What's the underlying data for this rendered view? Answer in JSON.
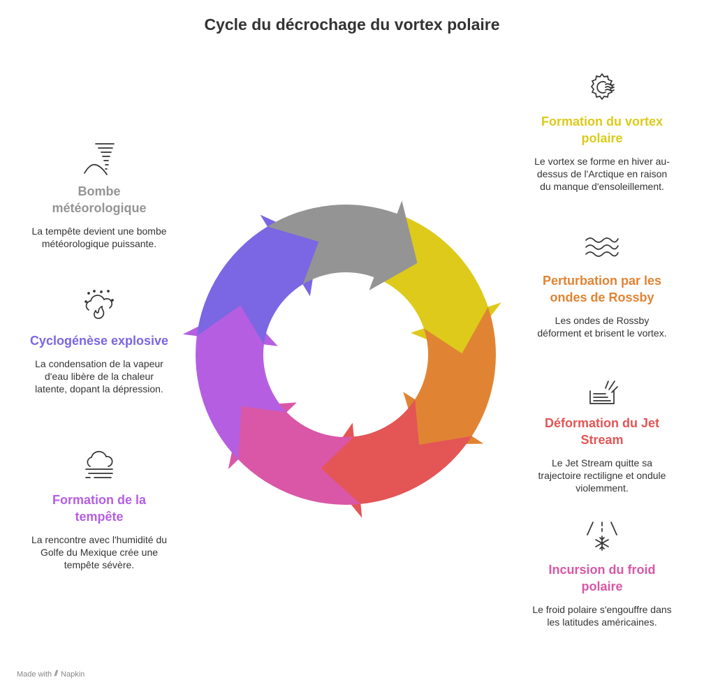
{
  "title": "Cycle du décrochage du vortex polaire",
  "footer": {
    "made_with": "Made with",
    "brand": "Napkin"
  },
  "steps": [
    {
      "title": "Formation du vortex polaire",
      "desc": "Le vortex se forme en hiver au-dessus de l'Arctique en raison du manque d'ensoleillement.",
      "color": "#ddca1a",
      "icon": "sun-wind-icon"
    },
    {
      "title": "Perturbation par les ondes de Rossby",
      "desc": "Les ondes de Rossby déforment et brisent le vortex.",
      "color": "#e08433",
      "icon": "waves-icon"
    },
    {
      "title": "Déformation du Jet Stream",
      "desc": "Le Jet Stream quitte sa trajectoire rectiligne et ondule violemment.",
      "color": "#e45555",
      "icon": "jet-stream-icon"
    },
    {
      "title": "Incursion du froid polaire",
      "desc": "Le froid polaire s'engouffre dans les latitudes américaines.",
      "color": "#d957a6",
      "icon": "snowflake-icon"
    },
    {
      "title": "Formation de la tempête",
      "desc": "La rencontre avec l'humidité du Golfe du Mexique crée une tempête sévère.",
      "color": "#b55ee2",
      "icon": "fog-cloud-icon"
    },
    {
      "title": "Cyclogénèse explosive",
      "desc": "La condensation de la vapeur d'eau libère de la chaleur latente, dopant la dépression.",
      "color": "#7b66e3",
      "icon": "flame-cloud-icon"
    },
    {
      "title": "Bombe météorologique",
      "desc": "La tempête devient une bombe météorologique puissante.",
      "color": "#949494",
      "icon": "tornado-mountain-icon"
    }
  ]
}
